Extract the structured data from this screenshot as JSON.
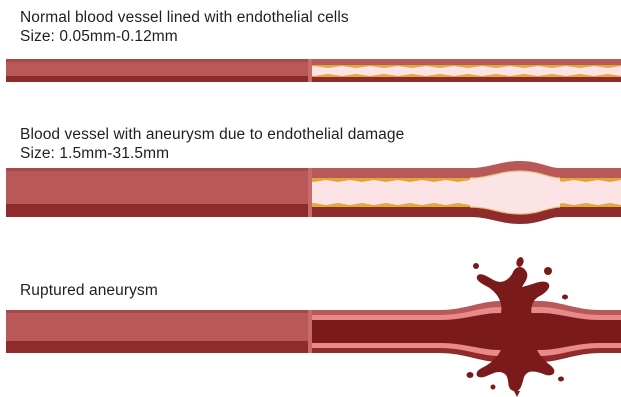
{
  "sections": {
    "normal": {
      "title": "Normal blood vessel lined with endothelial cells",
      "size": "Size: 0.05mm-0.12mm"
    },
    "aneurysm": {
      "title": "Blood vessel with aneurysm due to endothelial damage",
      "size": "Size: 1.5mm-31.5mm"
    },
    "ruptured": {
      "title": "Ruptured aneurysm"
    }
  },
  "colors": {
    "vessel_wall": "#b85858",
    "vessel_wall_dark": "#8f2b2b",
    "vessel_highlight": "#c96a6a",
    "lumen": "#fbe3e6",
    "endothelium": "#e3a83a",
    "blood": "#7b1a1a"
  }
}
